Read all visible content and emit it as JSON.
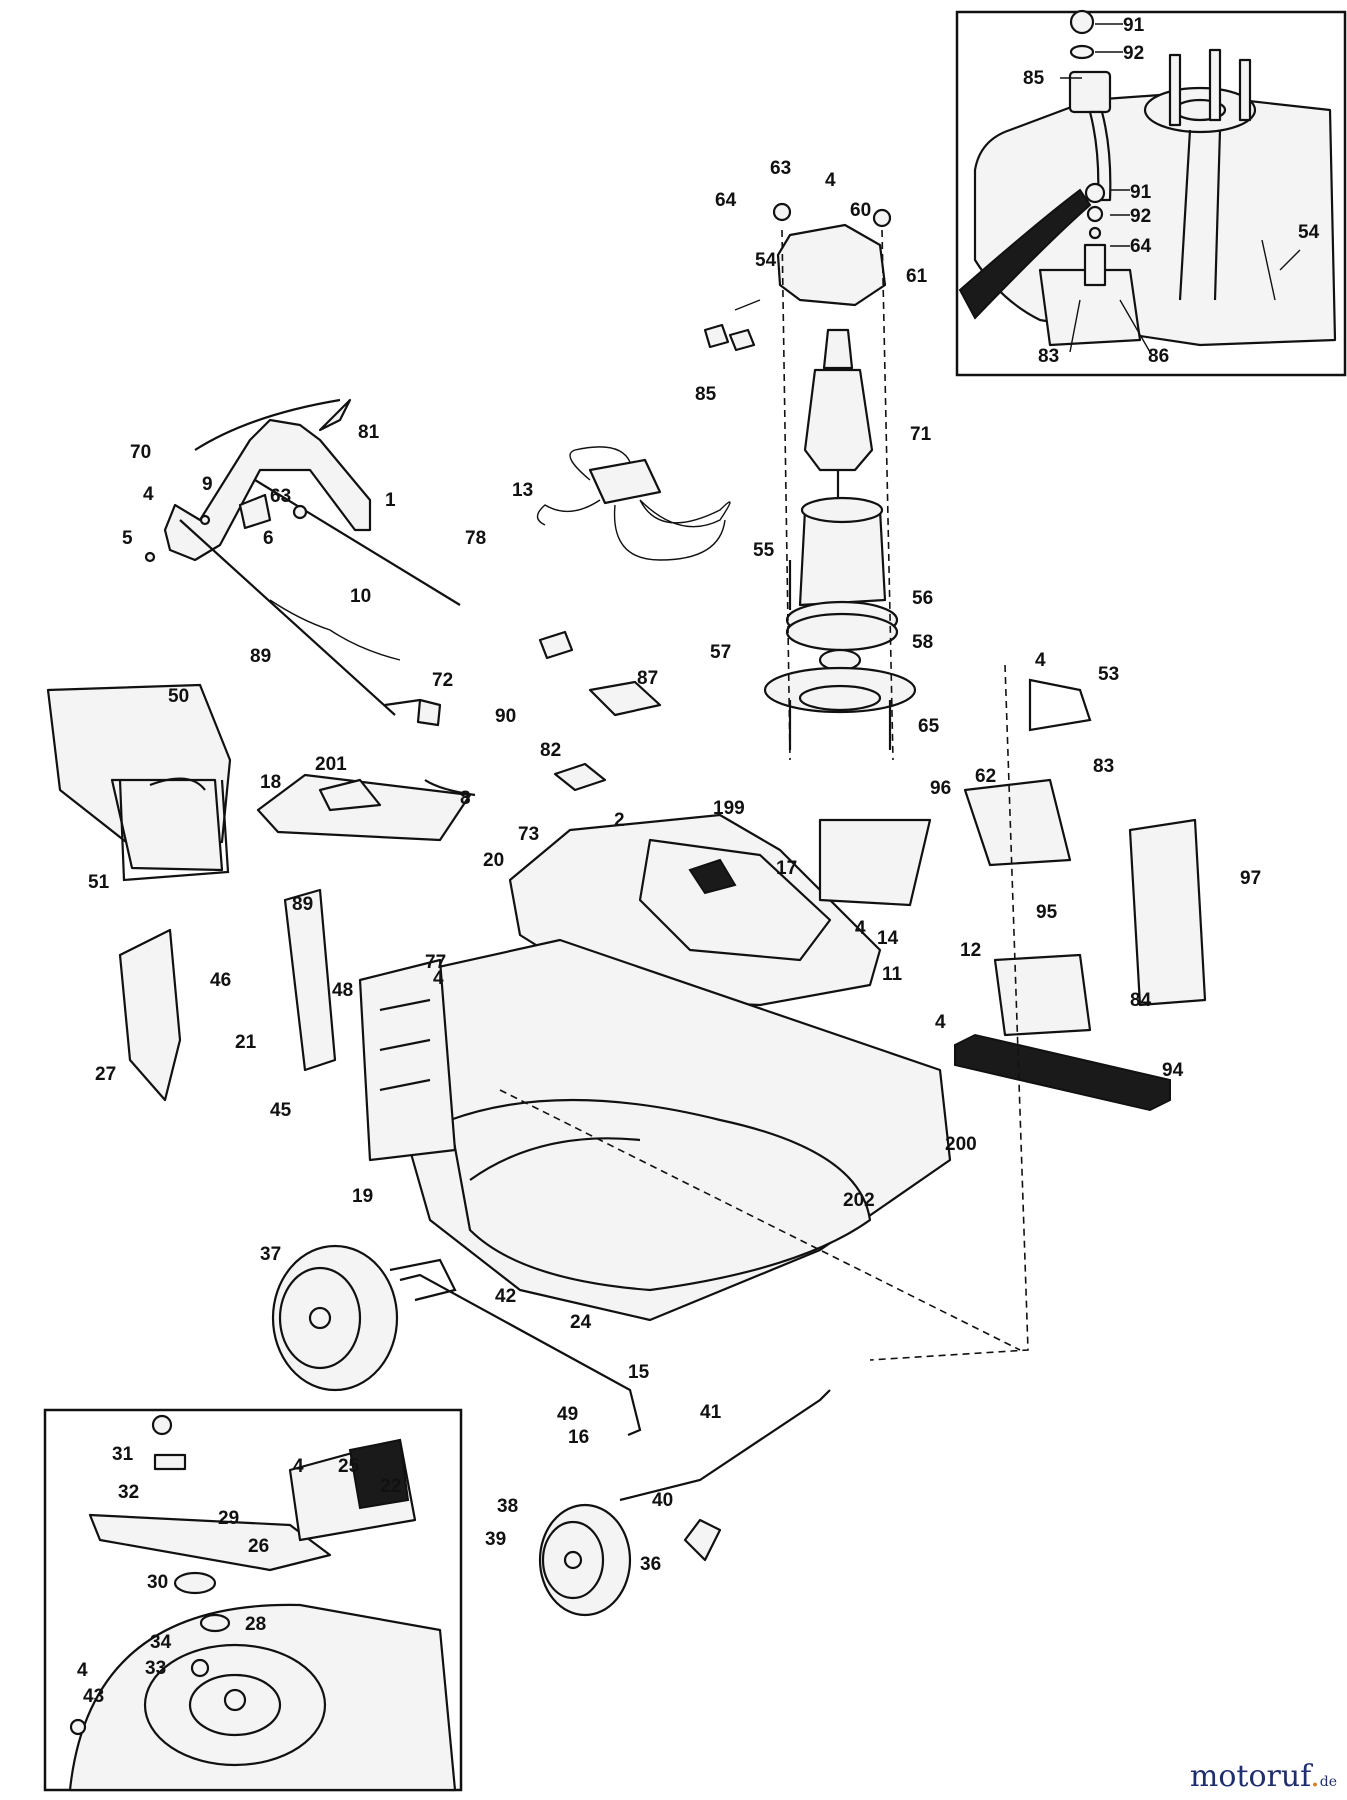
{
  "watermark": {
    "name": "motoruf",
    "dot": ".",
    "tld": "de",
    "color_primary": "#1f2e6e",
    "color_dot": "#e07a1c"
  },
  "callouts": {
    "c91a": "91",
    "c92a": "92",
    "c85a": "85",
    "c91b": "91",
    "c92b": "92",
    "c64a": "64",
    "c54a": "54",
    "c83a": "83",
    "c86": "86",
    "c63a": "63",
    "c4a": "4",
    "c64b": "64",
    "c60": "60",
    "c54b": "54",
    "c61": "61",
    "c85b": "85",
    "c71": "71",
    "c13": "13",
    "c55": "55",
    "c56": "56",
    "c58": "58",
    "c57": "57",
    "c65": "65",
    "c4b": "4",
    "c53": "53",
    "c81": "81",
    "c70": "70",
    "c9": "9",
    "c4c": "4",
    "c63b": "63",
    "c1": "1",
    "c6": "6",
    "c5": "5",
    "c78": "78",
    "c10": "10",
    "c89a": "89",
    "c72": "72",
    "c87": "87",
    "c90": "90",
    "c50": "50",
    "c201": "201",
    "c82": "82",
    "c18": "18",
    "c8": "8",
    "c62": "62",
    "c83b": "83",
    "c96": "96",
    "c199": "199",
    "c73": "73",
    "c2": "2",
    "c51": "51",
    "c20": "20",
    "c17": "17",
    "c97": "97",
    "c89b": "89",
    "c4d": "4",
    "c14": "14",
    "c95": "95",
    "c12": "12",
    "c46": "46",
    "c48": "48",
    "c77": "77",
    "c4e": "4",
    "c11": "11",
    "c84": "84",
    "c27": "27",
    "c21": "21",
    "c4f": "4",
    "c94": "94",
    "c45": "45",
    "c200": "200",
    "c19": "19",
    "c202": "202",
    "c37": "37",
    "c42": "42",
    "c24": "24",
    "c15": "15",
    "c41": "41",
    "c49": "49",
    "c16": "16",
    "c31": "31",
    "c4g": "4",
    "c25": "25",
    "c22": "22",
    "c32": "32",
    "c29": "29",
    "c38": "38",
    "c40": "40",
    "c39": "39",
    "c26": "26",
    "c36": "36",
    "c30": "30",
    "c28": "28",
    "c34": "34",
    "c33": "33",
    "c4h": "4",
    "c43": "43"
  }
}
